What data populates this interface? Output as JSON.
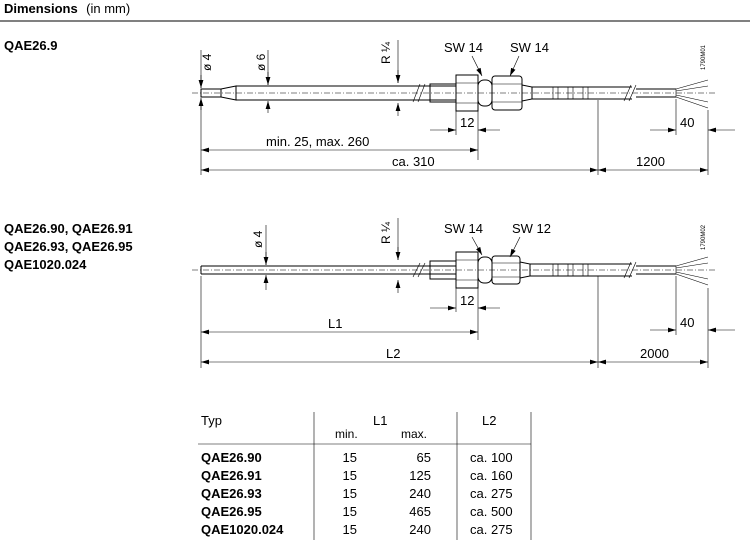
{
  "header": {
    "title": "Dimensions",
    "unit": "(in mm)"
  },
  "diagram1": {
    "model": "QAE26.9",
    "dia_tip": "ø 4",
    "dia_tube": "ø 6",
    "thread": "R ¼",
    "sw_left": "SW 14",
    "sw_right": "SW 14",
    "dim_12": "12",
    "dim_40": "40",
    "dim_insert": "min. 25, max. 260",
    "dim_total": "ca. 310",
    "dim_cable": "1200",
    "drawing_code": "1790M01"
  },
  "diagram2": {
    "models": [
      "QAE26.90, QAE26.91",
      "QAE26.93, QAE26.95",
      "QAE1020.024"
    ],
    "dia_tip": "ø 4",
    "thread": "R ¼",
    "sw_left": "SW 14",
    "sw_right": "SW 12",
    "dim_12": "12",
    "dim_40": "40",
    "dim_l1": "L1",
    "dim_l2": "L2",
    "dim_cable": "2000",
    "drawing_code": "1790M02"
  },
  "table": {
    "headers": {
      "typ": "Typ",
      "l1": "L1",
      "l2": "L2",
      "min": "min.",
      "max": "max."
    },
    "rows": [
      {
        "typ": "QAE26.90",
        "min": "15",
        "max": "65",
        "l2": "ca. 100"
      },
      {
        "typ": "QAE26.91",
        "min": "15",
        "max": "125",
        "l2": "ca. 160"
      },
      {
        "typ": "QAE26.93",
        "min": "15",
        "max": "240",
        "l2": "ca. 275"
      },
      {
        "typ": "QAE26.95",
        "min": "15",
        "max": "465",
        "l2": "ca. 500"
      },
      {
        "typ": "QAE1020.024",
        "min": "15",
        "max": "240",
        "l2": "ca. 275"
      }
    ]
  }
}
